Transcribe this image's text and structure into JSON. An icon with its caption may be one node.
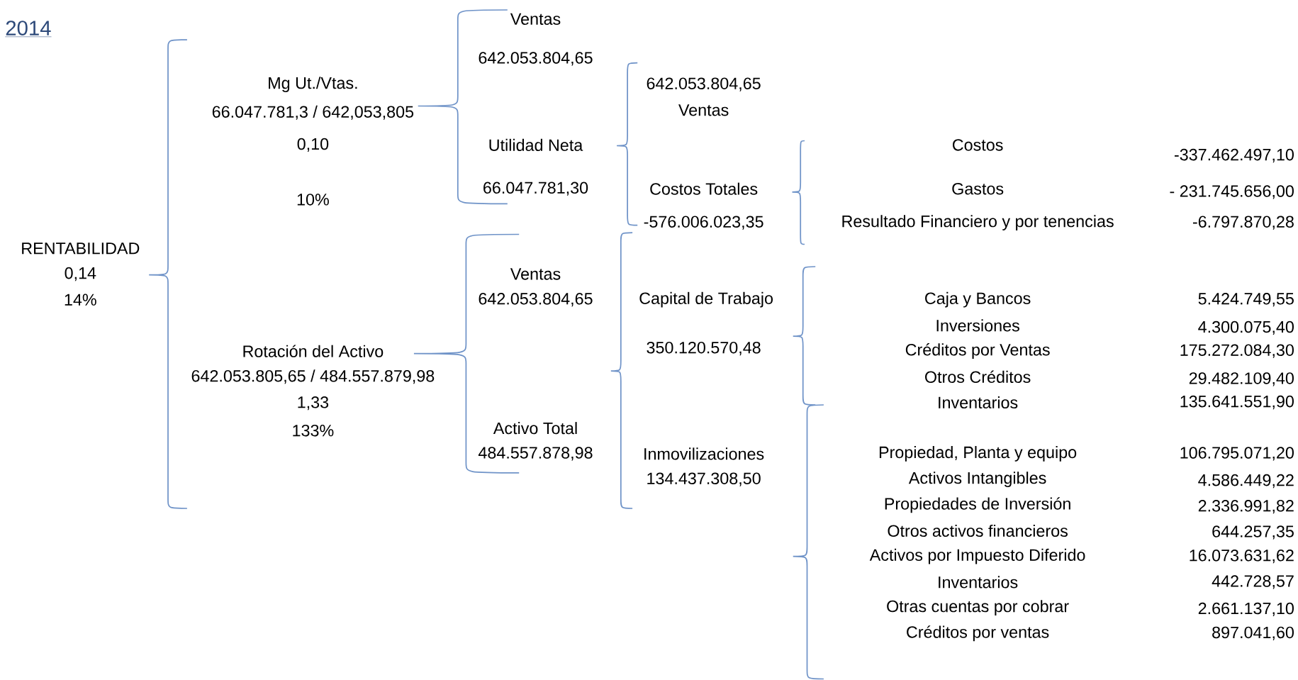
{
  "diagram": {
    "title": "2014",
    "labels": [
      "RENTABILIDAD",
      "0,14",
      "14%",
      "Mg Ut./Vtas.",
      "66.047.781,3 /  642,053,805",
      "0,10",
      "10%",
      "Rotación del Activo",
      "642.053.805,65 / 484.557.879,98",
      "1,33",
      "133%",
      "Ventas",
      "642.053.804,65",
      "Utilidad Neta",
      "66.047.781,30",
      "Ventas",
      "642.053.804,65",
      "Activo Total",
      "484.557.878,98",
      "642.053.804,65",
      "Ventas",
      "Costos Totales",
      "-576.006.023,35",
      "Capital de Trabajo",
      "350.120.570,48",
      "Inmovilizaciones",
      "134.437.308,50",
      "Costos",
      "-337.462.497,10",
      "Gastos",
      "- 231.745.656,00",
      "Resultado Financiero y por tenencias",
      "-6.797.870,28",
      "Caja y Bancos",
      "5.424.749,55",
      "Inversiones",
      "4.300.075,40",
      "Créditos por Ventas",
      "175.272.084,30",
      "Otros Créditos",
      "29.482.109,40",
      "Inventarios",
      "135.641.551,90",
      "Propiedad, Planta y equipo",
      "106.795.071,20",
      "Activos Intangibles",
      "4.586.449,22",
      "Propiedades de Inversión",
      "2.336.991,82",
      "Otros activos financieros",
      "644.257,35",
      "Activos por Impuesto Diferido",
      "16.073.631,62",
      "Inventarios",
      "442.728,57",
      "Otras cuentas por cobrar",
      "2.661.137,10",
      "Créditos por ventas",
      "897.041,60"
    ]
  }
}
